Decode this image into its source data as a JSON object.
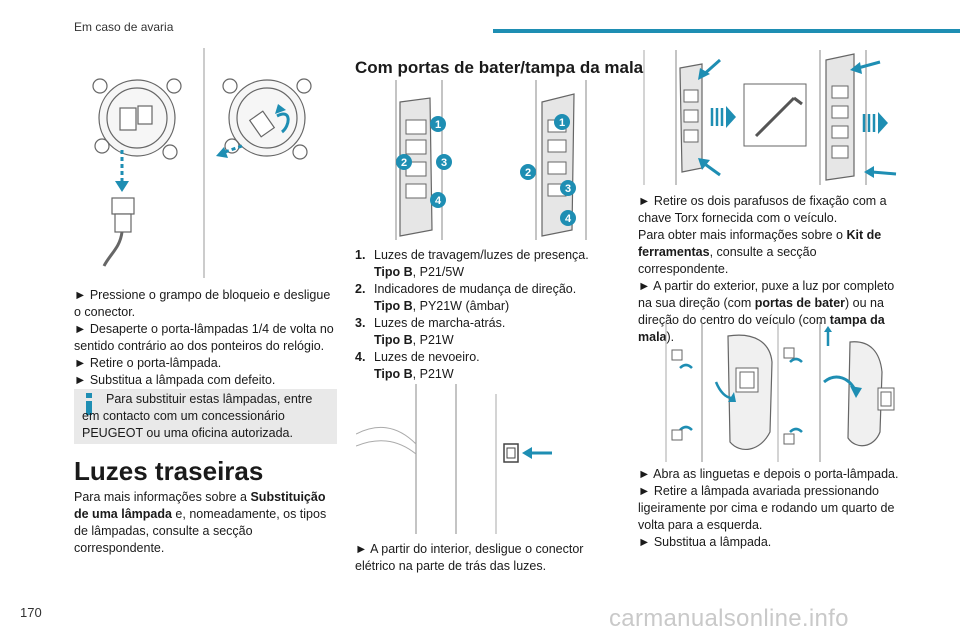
{
  "header": {
    "section": "Em caso de avaria",
    "bar_color": "#1e8eb3"
  },
  "page_number": "170",
  "watermark": "carmanualsonline.info",
  "left": {
    "steps": [
      "► Pressione o grampo de bloqueio e desligue o conector.",
      "► Desaperte o porta-lâmpadas 1/4 de volta no sentido contrário ao dos ponteiros do relógio.",
      "► Retire o porta-lâmpada.",
      "► Substitua a lâmpada com defeito."
    ],
    "info": "Para substituir estas lâmpadas, entre em contacto com um concessionário PEUGEOT ou uma oficina autorizada.",
    "section_title": "Luzes traseiras",
    "intro_before": "Para mais informações sobre a ",
    "intro_bold": "Substituição de uma lâmpada",
    "intro_after": " e, nomeadamente, os tipos de lâmpadas, consulte a secção correspondente."
  },
  "middle": {
    "title": "Com portas de bater/tampa da mala",
    "callouts": [
      "1",
      "2",
      "3",
      "4"
    ],
    "bulbs": [
      {
        "num": "1.",
        "name": "Luzes de travagem/luzes de presença.",
        "type_label": "Tipo B",
        "type_value": ", P21/5W"
      },
      {
        "num": "2.",
        "name": "Indicadores de mudança de direção.",
        "type_label": "Tipo B",
        "type_value": ", PY21W (âmbar)"
      },
      {
        "num": "3.",
        "name": "Luzes de marcha-atrás.",
        "type_label": "Tipo B",
        "type_value": ", P21W"
      },
      {
        "num": "4.",
        "name": "Luzes de nevoeiro.",
        "type_label": "Tipo B",
        "type_value": ", P21W"
      }
    ],
    "step": "► A partir do interior, desligue o conector elétrico na parte de trás das luzes."
  },
  "right": {
    "p1": "► Retire os dois parafusos de fixação com a chave Torx fornecida com o veículo.",
    "p2_before": "Para obter mais informações sobre o ",
    "p2_bold": "Kit de ferramentas",
    "p2_after": ", consulte a secção correspondente.",
    "p3_before": "► A partir do exterior, puxe a luz por completo na sua direção (com ",
    "p3_bold1": "portas de bater",
    "p3_mid": ") ou na direção do centro do veículo (com ",
    "p3_bold2": "tampa da mala",
    "p3_after": ").",
    "steps2": [
      "► Abra as linguetas e depois o porta-lâmpada.",
      "► Retire a lâmpada avariada pressionando ligeiramente por cima e rodando um quarto de volta para a esquerda.",
      "► Substitua a lâmpada."
    ]
  },
  "colors": {
    "accent": "#1e8eb3",
    "info_bg": "#e9e9e9"
  }
}
